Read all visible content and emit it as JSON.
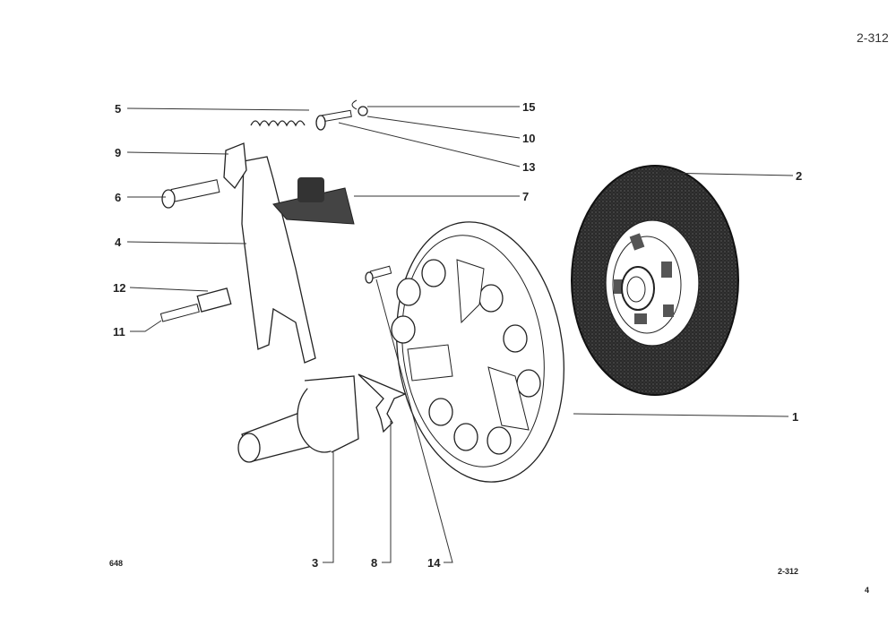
{
  "page_number_top": "2-312",
  "page_number_bottom": "2-312",
  "code_bottom_left": "648",
  "corner_mark": "4",
  "callouts": {
    "c1": "1",
    "c2": "2",
    "c3": "3",
    "c4": "4",
    "c5": "5",
    "c6": "6",
    "c7": "7",
    "c8": "8",
    "c9": "9",
    "c10": "10",
    "c11": "11",
    "c12": "12",
    "c13": "13",
    "c14": "14",
    "c15": "15"
  },
  "colors": {
    "ink": "#222222",
    "lining": "#2a2a2a",
    "paper": "#ffffff"
  }
}
